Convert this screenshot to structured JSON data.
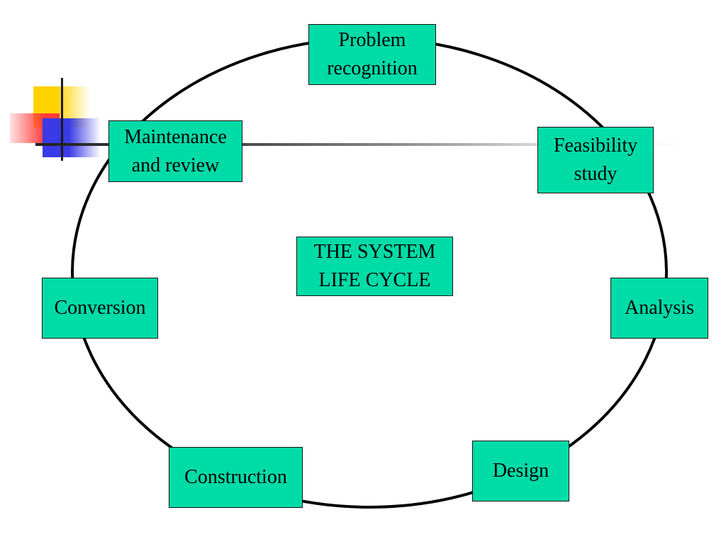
{
  "diagram": {
    "title": "THE SYSTEM\nLIFE CYCLE",
    "stages": [
      {
        "id": "problem-recognition",
        "label": "Problem\nrecognition"
      },
      {
        "id": "feasibility-study",
        "label": "Feasibility\nstudy"
      },
      {
        "id": "analysis",
        "label": "Analysis"
      },
      {
        "id": "design",
        "label": "Design"
      },
      {
        "id": "construction",
        "label": "Construction"
      },
      {
        "id": "conversion",
        "label": "Conversion"
      },
      {
        "id": "maintenance-and-review",
        "label": "Maintenance\nand review"
      }
    ],
    "colors": {
      "box_fill": "#00dca8",
      "box_border": "#111111",
      "cycle_line": "#000000",
      "deco_yellow": "#ffd200",
      "deco_red": "#ff3b3b",
      "deco_blue": "#3a3ae6"
    }
  }
}
